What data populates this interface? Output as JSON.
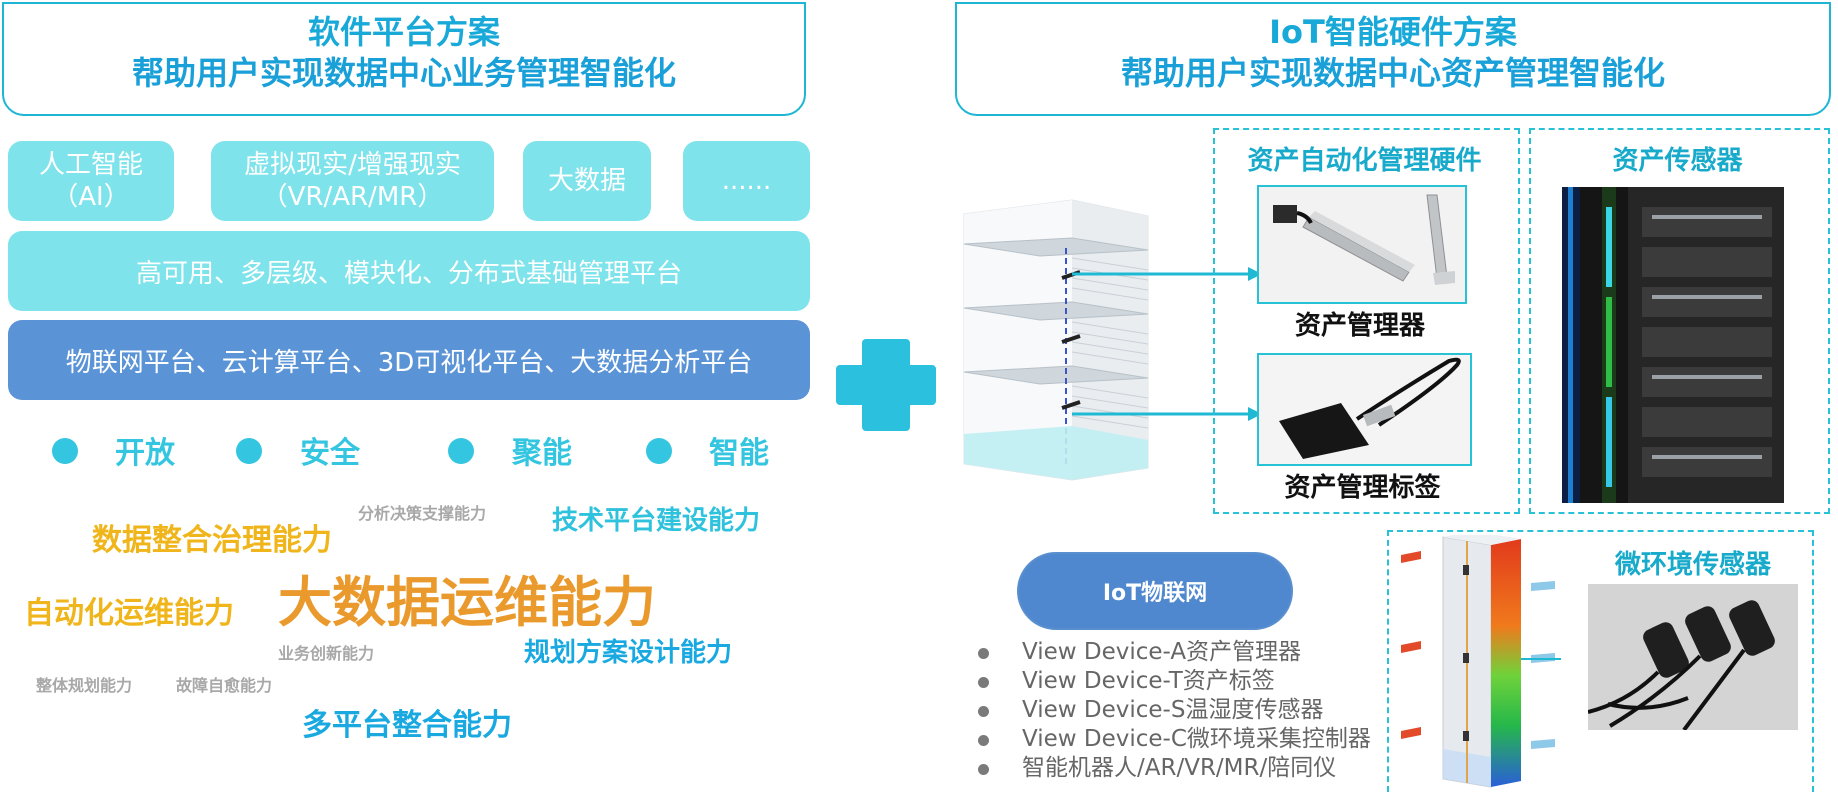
{
  "left": {
    "title_line1": "软件平台方案",
    "title_line2": "帮助用户实现数据中心业务管理智能化",
    "chips": [
      {
        "line1": "人工智能",
        "line2": "（AI）"
      },
      {
        "line1": "虚拟现实/增强现实",
        "line2": "（VR/AR/MR）"
      },
      {
        "line1": "大数据",
        "line2": ""
      },
      {
        "line1": "......",
        "line2": ""
      }
    ],
    "band_platform": "高可用、多层级、模块化、分布式基础管理平台",
    "band_services": "物联网平台、云计算平台、3D可视化平台、大数据分析平台",
    "features": [
      "开放",
      "安全",
      "聚能",
      "智能"
    ],
    "word_cloud": [
      {
        "text": "数据整合治理能力",
        "color": "#f0b51a"
      },
      {
        "text": "分析决策支撑能力",
        "color": "#a8a8a8"
      },
      {
        "text": "技术平台建设能力",
        "color": "#2fc2dc"
      },
      {
        "text": "自动化运维能力",
        "color": "#f0b51a"
      },
      {
        "text": "大数据运维能力",
        "color": "#ea9a2d"
      },
      {
        "text": "业务创新能力",
        "color": "#a8a8a8"
      },
      {
        "text": "规划方案设计能力",
        "color": "#19a9e0"
      },
      {
        "text": "整体规划能力",
        "color": "#a8a8a8"
      },
      {
        "text": "故障自愈能力",
        "color": "#a8a8a8"
      },
      {
        "text": "多平台整合能力",
        "color": "#19a9e0"
      }
    ]
  },
  "right": {
    "title_line1": "IoT智能硬件方案",
    "title_line2": "帮助用户实现数据中心资产管理智能化",
    "asset_hw_title": "资产自动化管理硬件",
    "asset_sensor_title": "资产传感器",
    "asset_manager_caption": "资产管理器",
    "asset_tag_caption": "资产管理标签",
    "micro_env_title": "微环境传感器",
    "iot_label": "IoT物联网",
    "devices": [
      "View Device-A资产管理器",
      "View Device-T资产标签",
      "View Device-S温湿度传感器",
      "View Device-C微环境采集控制器",
      "智能机器人/AR/VR/MR/陪同仪"
    ]
  },
  "colors": {
    "accent": "#1fb6d4",
    "chip": "#7ee3ea",
    "band_light": "#7ee3ea",
    "band_dark": "#5b94d6",
    "plus": "#2bc0de"
  },
  "icons": [
    "plus-icon",
    "rack-icon",
    "arrow-right-icon",
    "bullet-icon"
  ]
}
